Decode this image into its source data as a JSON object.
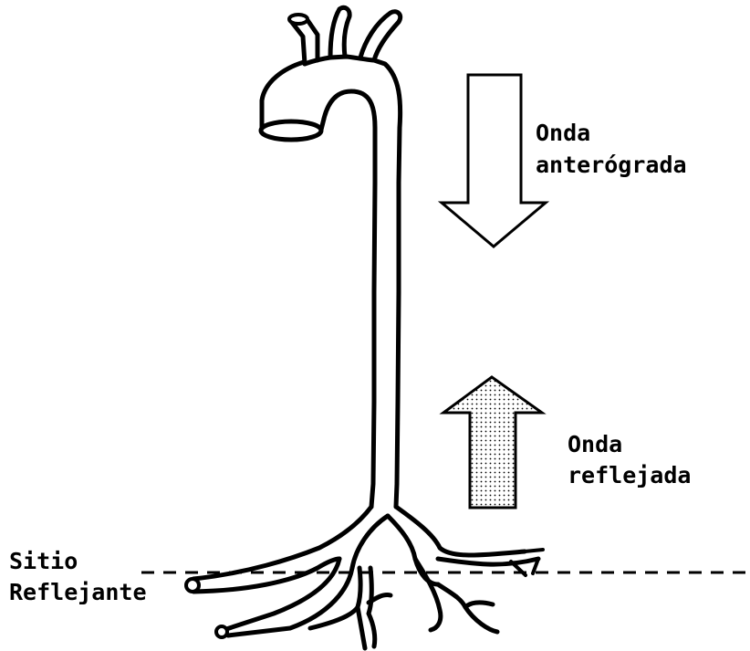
{
  "labels": {
    "antegrade_line1": "Onda",
    "antegrade_line2": "anterógrada",
    "reflected_line1": "Onda",
    "reflected_line2": "reflejada",
    "site_line1": "Sitio",
    "site_line2": "Reflejante"
  },
  "colors": {
    "stroke": "#000000",
    "background": "#ffffff",
    "dot_fill": "#000000"
  }
}
